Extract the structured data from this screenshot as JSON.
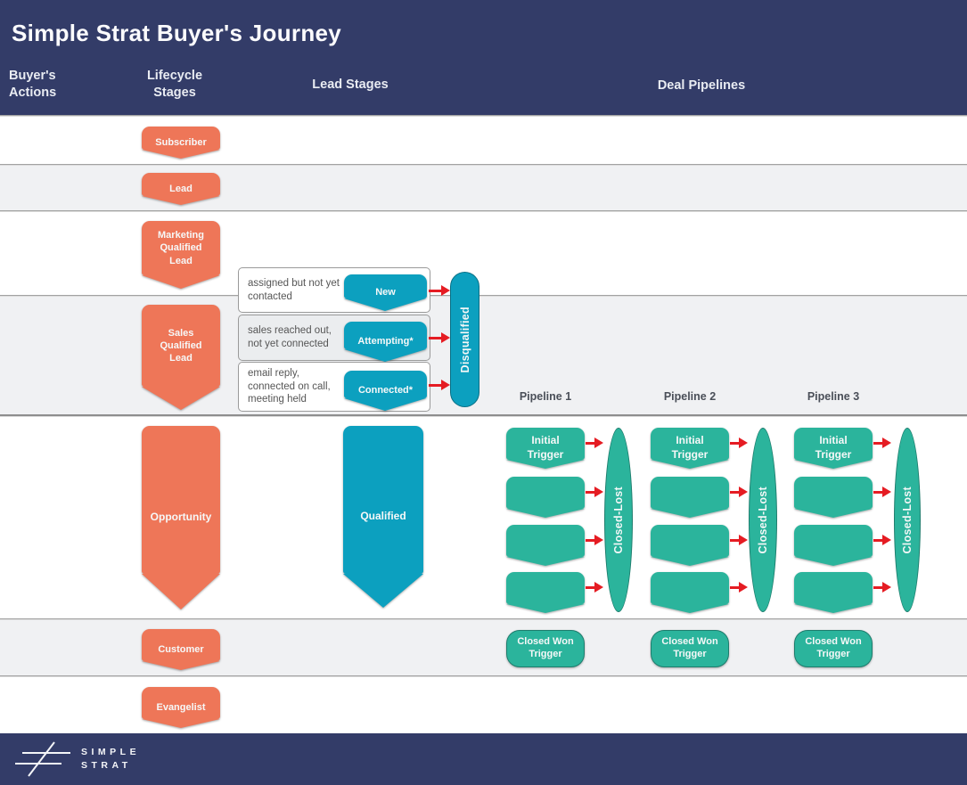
{
  "title": "Simple Strat Buyer's Journey",
  "columns": {
    "buyers_actions": "Buyer's Actions",
    "lifecycle_stages": "Lifecycle Stages",
    "lead_stages": "Lead Stages",
    "deal_pipelines": "Deal Pipelines"
  },
  "lifecycle": {
    "subscriber": "Subscriber",
    "lead": "Lead",
    "mql": "Marketing Qualified Lead",
    "sql": "Sales Qualified Lead",
    "opportunity": "Opportunity",
    "customer": "Customer",
    "evangelist": "Evangelist"
  },
  "lead_funnel": {
    "steps": [
      {
        "description": "assigned but not yet contacted",
        "label": "New"
      },
      {
        "description": "sales reached out, not yet connected",
        "label": "Attempting*"
      },
      {
        "description": "email reply, connected on call, meeting held",
        "label": "Connected*"
      }
    ],
    "disqualified_label": "Disqualified",
    "qualified_label": "Qualified"
  },
  "pipelines": [
    {
      "name": "Pipeline 1",
      "stages": [
        "Initial Trigger",
        "",
        "",
        ""
      ],
      "closed_lost_label": "Closed-Lost",
      "closed_won_label": "Closed Won Trigger"
    },
    {
      "name": "Pipeline 2",
      "stages": [
        "Initial Trigger",
        "",
        "",
        ""
      ],
      "closed_lost_label": "Closed-Lost",
      "closed_won_label": "Closed Won Trigger"
    },
    {
      "name": "Pipeline 3",
      "stages": [
        "Initial Trigger",
        "",
        "",
        ""
      ],
      "closed_lost_label": "Closed-Lost",
      "closed_won_label": "Closed Won Trigger"
    }
  ],
  "footer": {
    "brand_line1": "SIMPLE",
    "brand_line2": "STRAT"
  },
  "colors": {
    "header_navy": "#333C68",
    "lifecycle_orange": "#EE7658",
    "lead_teal": "#0CA0BF",
    "pipeline_green": "#2BB49C",
    "arrow_red": "#E51C23",
    "band_gray": "#F0F1F3"
  }
}
